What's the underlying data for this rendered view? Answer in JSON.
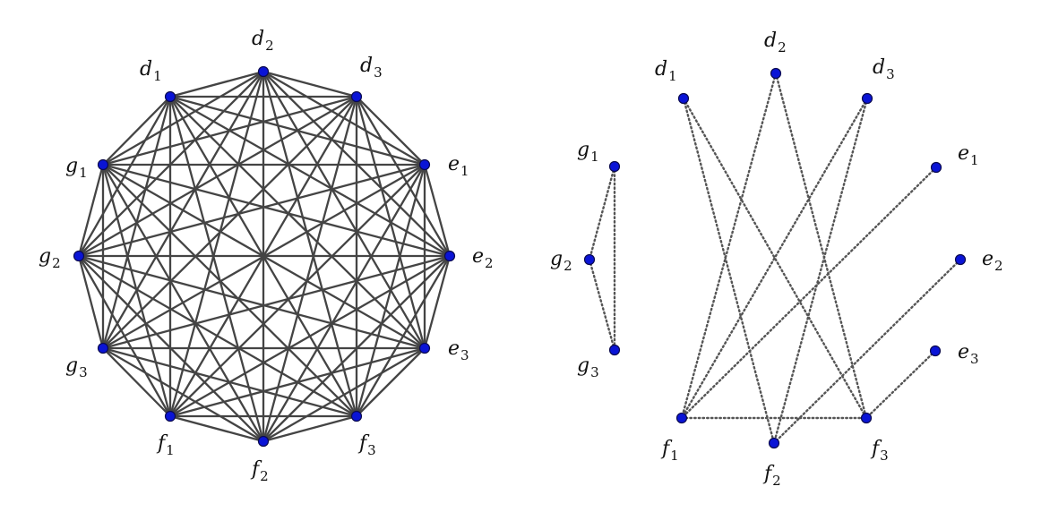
{
  "graphs": [
    {
      "id": "complete",
      "style": "solid",
      "edges": "all-pairs",
      "vertices": [
        {
          "id": "d1",
          "letter": "d",
          "sub": "1"
        },
        {
          "id": "d2",
          "letter": "d",
          "sub": "2"
        },
        {
          "id": "d3",
          "letter": "d",
          "sub": "3"
        },
        {
          "id": "e1",
          "letter": "e",
          "sub": "1"
        },
        {
          "id": "e2",
          "letter": "e",
          "sub": "2"
        },
        {
          "id": "e3",
          "letter": "e",
          "sub": "3"
        },
        {
          "id": "f1",
          "letter": "f",
          "sub": "1"
        },
        {
          "id": "f2",
          "letter": "f",
          "sub": "2"
        },
        {
          "id": "f3",
          "letter": "f",
          "sub": "3"
        },
        {
          "id": "g1",
          "letter": "g",
          "sub": "1"
        },
        {
          "id": "g2",
          "letter": "g",
          "sub": "2"
        },
        {
          "id": "g3",
          "letter": "g",
          "sub": "3"
        }
      ]
    },
    {
      "id": "complement",
      "style": "dotted",
      "edges": [
        [
          "g1",
          "g2"
        ],
        [
          "g2",
          "g3"
        ],
        [
          "g1",
          "g3"
        ],
        [
          "d1",
          "f2"
        ],
        [
          "d1",
          "f3"
        ],
        [
          "d2",
          "f1"
        ],
        [
          "d2",
          "f3"
        ],
        [
          "d3",
          "f1"
        ],
        [
          "d3",
          "f2"
        ],
        [
          "e1",
          "f1"
        ],
        [
          "e2",
          "f2"
        ],
        [
          "e3",
          "f3"
        ],
        [
          "f1",
          "f3"
        ]
      ],
      "vertices": [
        {
          "id": "d1",
          "letter": "d",
          "sub": "1"
        },
        {
          "id": "d2",
          "letter": "d",
          "sub": "2"
        },
        {
          "id": "d3",
          "letter": "d",
          "sub": "3"
        },
        {
          "id": "e1",
          "letter": "e",
          "sub": "1"
        },
        {
          "id": "e2",
          "letter": "e",
          "sub": "2"
        },
        {
          "id": "e3",
          "letter": "e",
          "sub": "3"
        },
        {
          "id": "f1",
          "letter": "f",
          "sub": "1"
        },
        {
          "id": "f2",
          "letter": "f",
          "sub": "2"
        },
        {
          "id": "f3",
          "letter": "f",
          "sub": "3"
        },
        {
          "id": "g1",
          "letter": "g",
          "sub": "1"
        },
        {
          "id": "g2",
          "letter": "g",
          "sub": "2"
        },
        {
          "id": "g3",
          "letter": "g",
          "sub": "3"
        }
      ]
    }
  ],
  "colors": {
    "vertex": "#0a14d6",
    "solid_edge": "#444444",
    "dotted_edge": "#555555"
  }
}
